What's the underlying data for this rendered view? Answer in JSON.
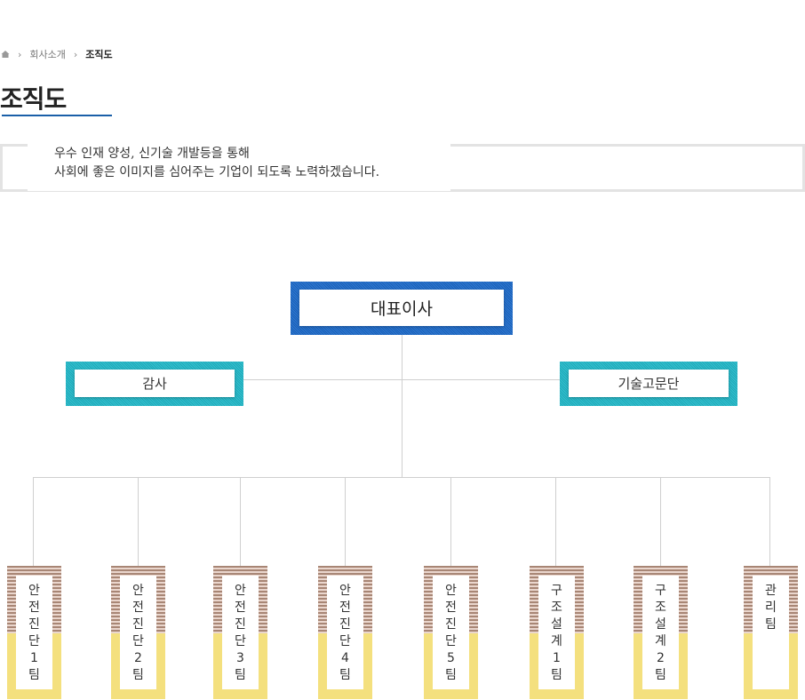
{
  "breadcrumb": {
    "home_icon": "home-icon",
    "separator_icon": "chevron-right-icon",
    "parent": "회사소개",
    "current": "조직도"
  },
  "page_title": "조직도",
  "intro": {
    "line1": "우수 인재 양성, 신기술 개발등을 통해",
    "line2": "사회에 좋은 이미지를 심어주는 기업이 되도록 노력하겠습니다."
  },
  "org": {
    "ceo": "대표이사",
    "audit": "감사",
    "advisory": "기술고문단",
    "teams": [
      {
        "name": "안전진단1팀",
        "chars": [
          "안",
          "전",
          "진",
          "단",
          "1",
          "팀"
        ]
      },
      {
        "name": "안전진단2팀",
        "chars": [
          "안",
          "전",
          "진",
          "단",
          "2",
          "팀"
        ]
      },
      {
        "name": "안전진단3팀",
        "chars": [
          "안",
          "전",
          "진",
          "단",
          "3",
          "팀"
        ]
      },
      {
        "name": "안전진단4팀",
        "chars": [
          "안",
          "전",
          "진",
          "단",
          "4",
          "팀"
        ]
      },
      {
        "name": "안전진단5팀",
        "chars": [
          "안",
          "전",
          "진",
          "단",
          "5",
          "팀"
        ]
      },
      {
        "name": "구조설계1팀",
        "chars": [
          "구",
          "조",
          "설",
          "계",
          "1",
          "팀"
        ]
      },
      {
        "name": "구조설계2팀",
        "chars": [
          "구",
          "조",
          "설",
          "계",
          "2",
          "팀"
        ]
      },
      {
        "name": "관리팀",
        "chars": [
          "관",
          "리",
          "팀"
        ]
      }
    ]
  },
  "colors": {
    "ceo_border": "#1a60b8",
    "side_border": "#1fa8b8",
    "team_top": "#a88675",
    "team_bottom": "#f4e07e",
    "title_underline": "#1a5fa8"
  }
}
